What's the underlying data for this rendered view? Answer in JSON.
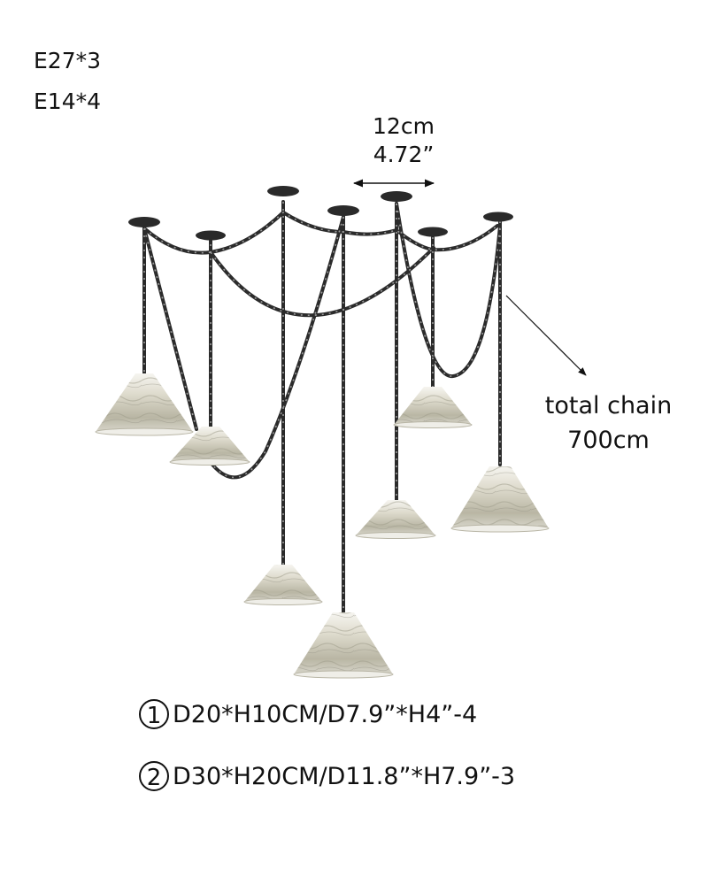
{
  "sockets": {
    "line1": "E27*3",
    "line2": "E14*4"
  },
  "canopy_spacing": {
    "metric": "12cm",
    "imperial": "4.72”"
  },
  "chain_note": {
    "line1": "total chain",
    "line2": "700cm"
  },
  "specs": [
    {
      "marker": "1",
      "text": "D20*H10CM/D7.9”*H4”-4"
    },
    {
      "marker": "2",
      "text": "D30*H20CM/D11.8”*H7.9”-3"
    }
  ],
  "colors": {
    "chain": "#2b2b2b",
    "canopy": "#2a2a2a",
    "shade_light": "#f2f0ea",
    "shade_mid": "#c9c6b6",
    "shade_dark": "#8f8c7c",
    "text": "#111111"
  },
  "lamps": {
    "canopy_count": 7,
    "shade_count": 7
  }
}
